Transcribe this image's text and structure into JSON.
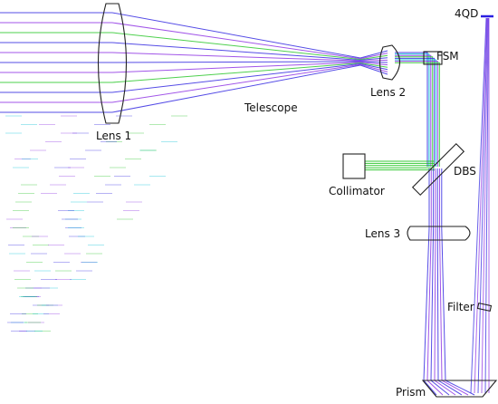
{
  "labels": {
    "lens1": "Lens 1",
    "telescope": "Telescope",
    "lens2": "Lens 2",
    "fsm": "FSM",
    "collimator": "Collimator",
    "dbs": "DBS",
    "lens3": "Lens 3",
    "filter": "Filter",
    "prism": "Prism",
    "qd": "4QD"
  },
  "colors": {
    "ray_blue": "#2a1fe0",
    "ray_violet": "#8a2be2",
    "ray_green": "#22c422",
    "ray_cyan": "#00bcd4",
    "optic_stroke": "#222222"
  }
}
